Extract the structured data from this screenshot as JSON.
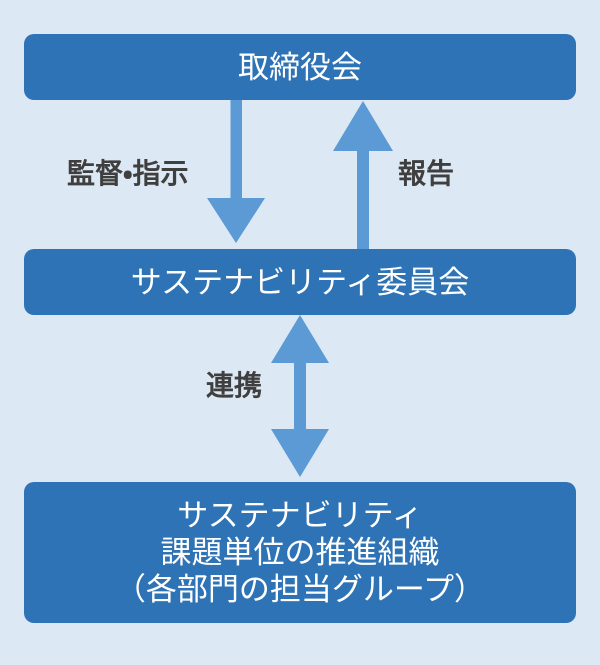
{
  "colors": {
    "bg": "#dce8f4",
    "box": "#2e73b5",
    "arrow": "#5b9ad5",
    "label": "#3f3f3f"
  },
  "boxes": {
    "board": {
      "label": "取締役会"
    },
    "committee": {
      "label": "サステナビリティ委員会"
    },
    "promotion": {
      "line1": "サステナビリティ",
      "line2": "課題単位の推進組織",
      "line3": "（各部門の担当グループ）"
    }
  },
  "arrows": {
    "supervise_label": "監督・指示",
    "report_label": "報告",
    "collaborate_label": "連携"
  },
  "icons": {
    "down_arrow": "down-arrow-icon",
    "up_arrow": "up-arrow-icon",
    "double_arrow": "double-arrow-icon"
  }
}
